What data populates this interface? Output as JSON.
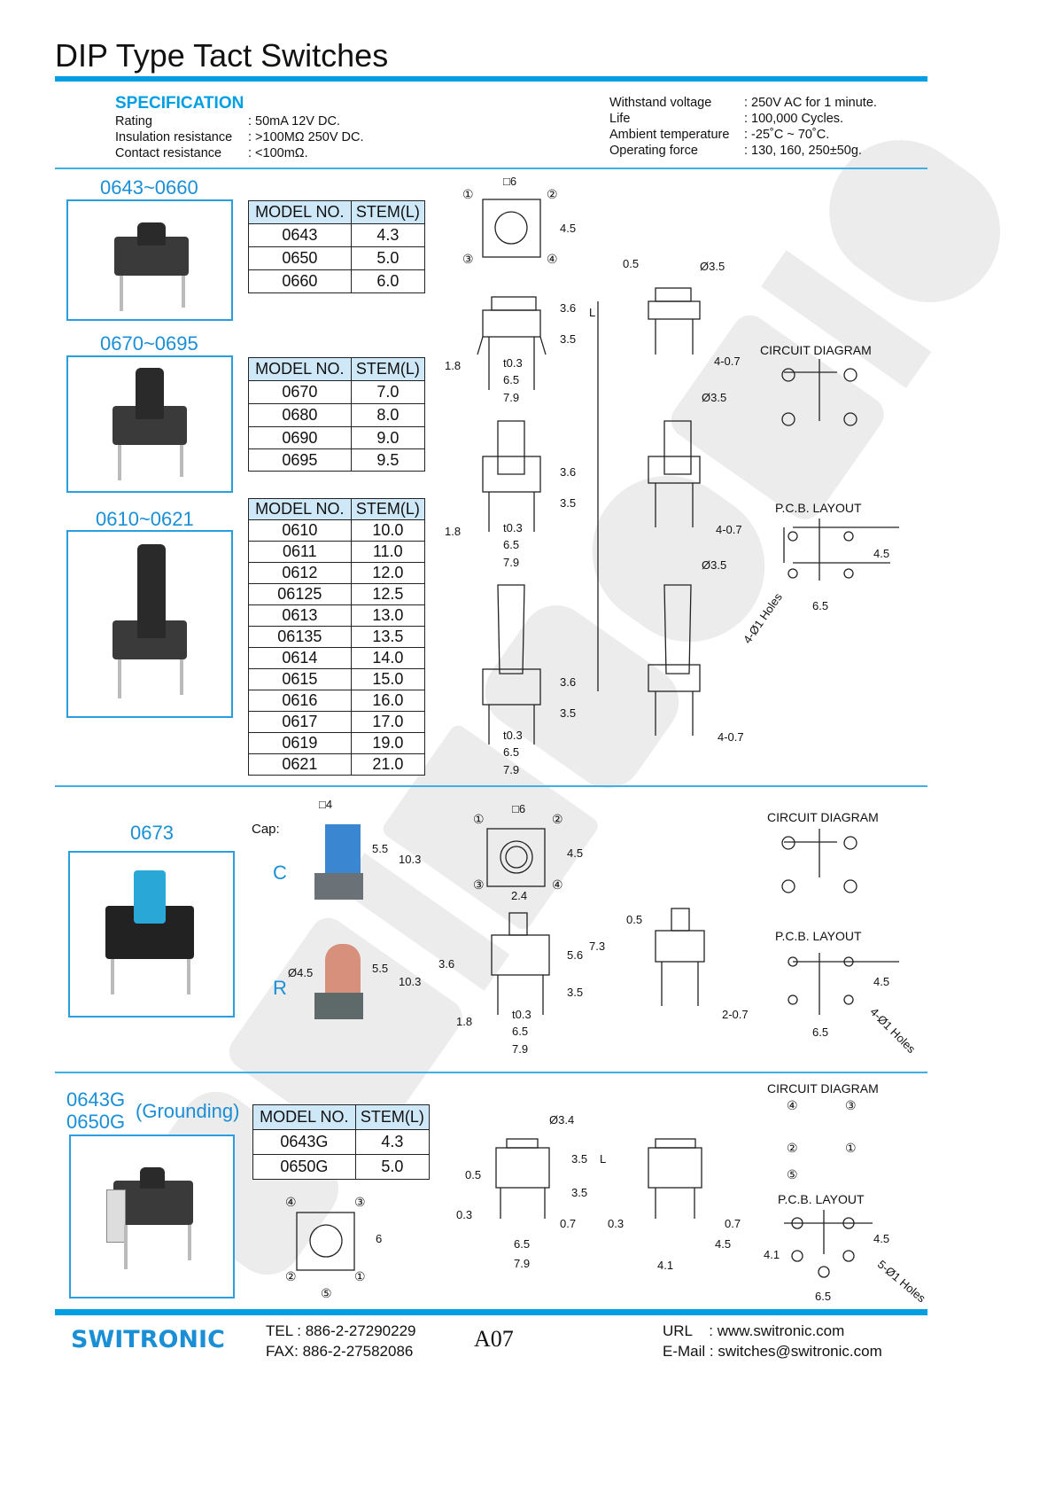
{
  "title": "DIP Type Tact Switches",
  "watermark": "SWITRONIC",
  "spec": {
    "heading": "SPECIFICATION",
    "left": [
      {
        "label": "Rating",
        "value": ": 50mA 12V DC."
      },
      {
        "label": "Insulation resistance",
        "value": ": >100MΩ 250V DC."
      },
      {
        "label": "Contact resistance",
        "value": ": <100mΩ."
      }
    ],
    "right": [
      {
        "label": "Withstand voltage",
        "value": ": 250V AC for 1 minute."
      },
      {
        "label": "Life",
        "value": ": 100,000 Cycles."
      },
      {
        "label": "Ambient temperature",
        "value": ": -25˚C ~ 70˚C."
      },
      {
        "label": "Operating force",
        "value": ": 130, 160, 250±50g."
      }
    ]
  },
  "groups": [
    {
      "label": "0643~0660",
      "headers": [
        "MODEL NO.",
        "STEM(L)"
      ],
      "rows": [
        [
          "0643",
          "4.3"
        ],
        [
          "0650",
          "5.0"
        ],
        [
          "0660",
          "6.0"
        ]
      ]
    },
    {
      "label": "0670~0695",
      "headers": [
        "MODEL NO.",
        "STEM(L)"
      ],
      "rows": [
        [
          "0670",
          "7.0"
        ],
        [
          "0680",
          "8.0"
        ],
        [
          "0690",
          "9.0"
        ],
        [
          "0695",
          "9.5"
        ]
      ]
    },
    {
      "label": "0610~0621",
      "headers": [
        "MODEL NO.",
        "STEM(L)"
      ],
      "rows": [
        [
          "0610",
          "10.0"
        ],
        [
          "0611",
          "11.0"
        ],
        [
          "0612",
          "12.0"
        ],
        [
          "06125",
          "12.5"
        ],
        [
          "0613",
          "13.0"
        ],
        [
          "06135",
          "13.5"
        ],
        [
          "0614",
          "14.0"
        ],
        [
          "0615",
          "15.0"
        ],
        [
          "0616",
          "16.0"
        ],
        [
          "0617",
          "17.0"
        ],
        [
          "0619",
          "19.0"
        ],
        [
          "0621",
          "21.0"
        ]
      ]
    }
  ],
  "s2": {
    "label": "0673",
    "cap": "Cap:",
    "c": "C",
    "r": "R"
  },
  "s3": {
    "label1": "0643G",
    "label2": "0650G",
    "grounding": "(Grounding)",
    "headers": [
      "MODEL NO.",
      "STEM(L)"
    ],
    "rows": [
      [
        "0643G",
        "4.3"
      ],
      [
        "0650G",
        "5.0"
      ]
    ]
  },
  "dim": {
    "sq6": "□6",
    "sq4": "□4",
    "n1": "①",
    "n2": "②",
    "n3": "③",
    "n4": "④",
    "n5": "⑤",
    "d45": "4.5",
    "d05": "0.5",
    "phi35": "Ø3.5",
    "phi34": "Ø3.4",
    "phi45": "Ø4.5",
    "d36": "3.6",
    "L": "L",
    "d35": "3.5",
    "d18": "1.8",
    "t03": "t0.3",
    "d65": "6.5",
    "d79": "7.9",
    "p407": "4-0.7",
    "p207": "2-0.7",
    "circuit": "CIRCUIT DIAGRAM",
    "pcb": "P.C.B. LAYOUT",
    "holes4": "4-Ø1 Holes",
    "holes5": "5-Ø1 Holes",
    "d24": "2.4",
    "d56": "5.6",
    "d73": "7.3",
    "d55": "5.5",
    "d103": "10.3",
    "d03": "0.3",
    "d07": "0.7",
    "d41": "4.1",
    "d6": "6"
  },
  "footer": {
    "logo": "SWITRONIC",
    "tel": "TEL : 886-2-27290229",
    "fax": "FAX: 886-2-27582086",
    "page": "A07",
    "url": "URL    : www.switronic.com",
    "email": "E-Mail : switches@switronic.com"
  },
  "colors": {
    "accent": "#009fe3"
  }
}
